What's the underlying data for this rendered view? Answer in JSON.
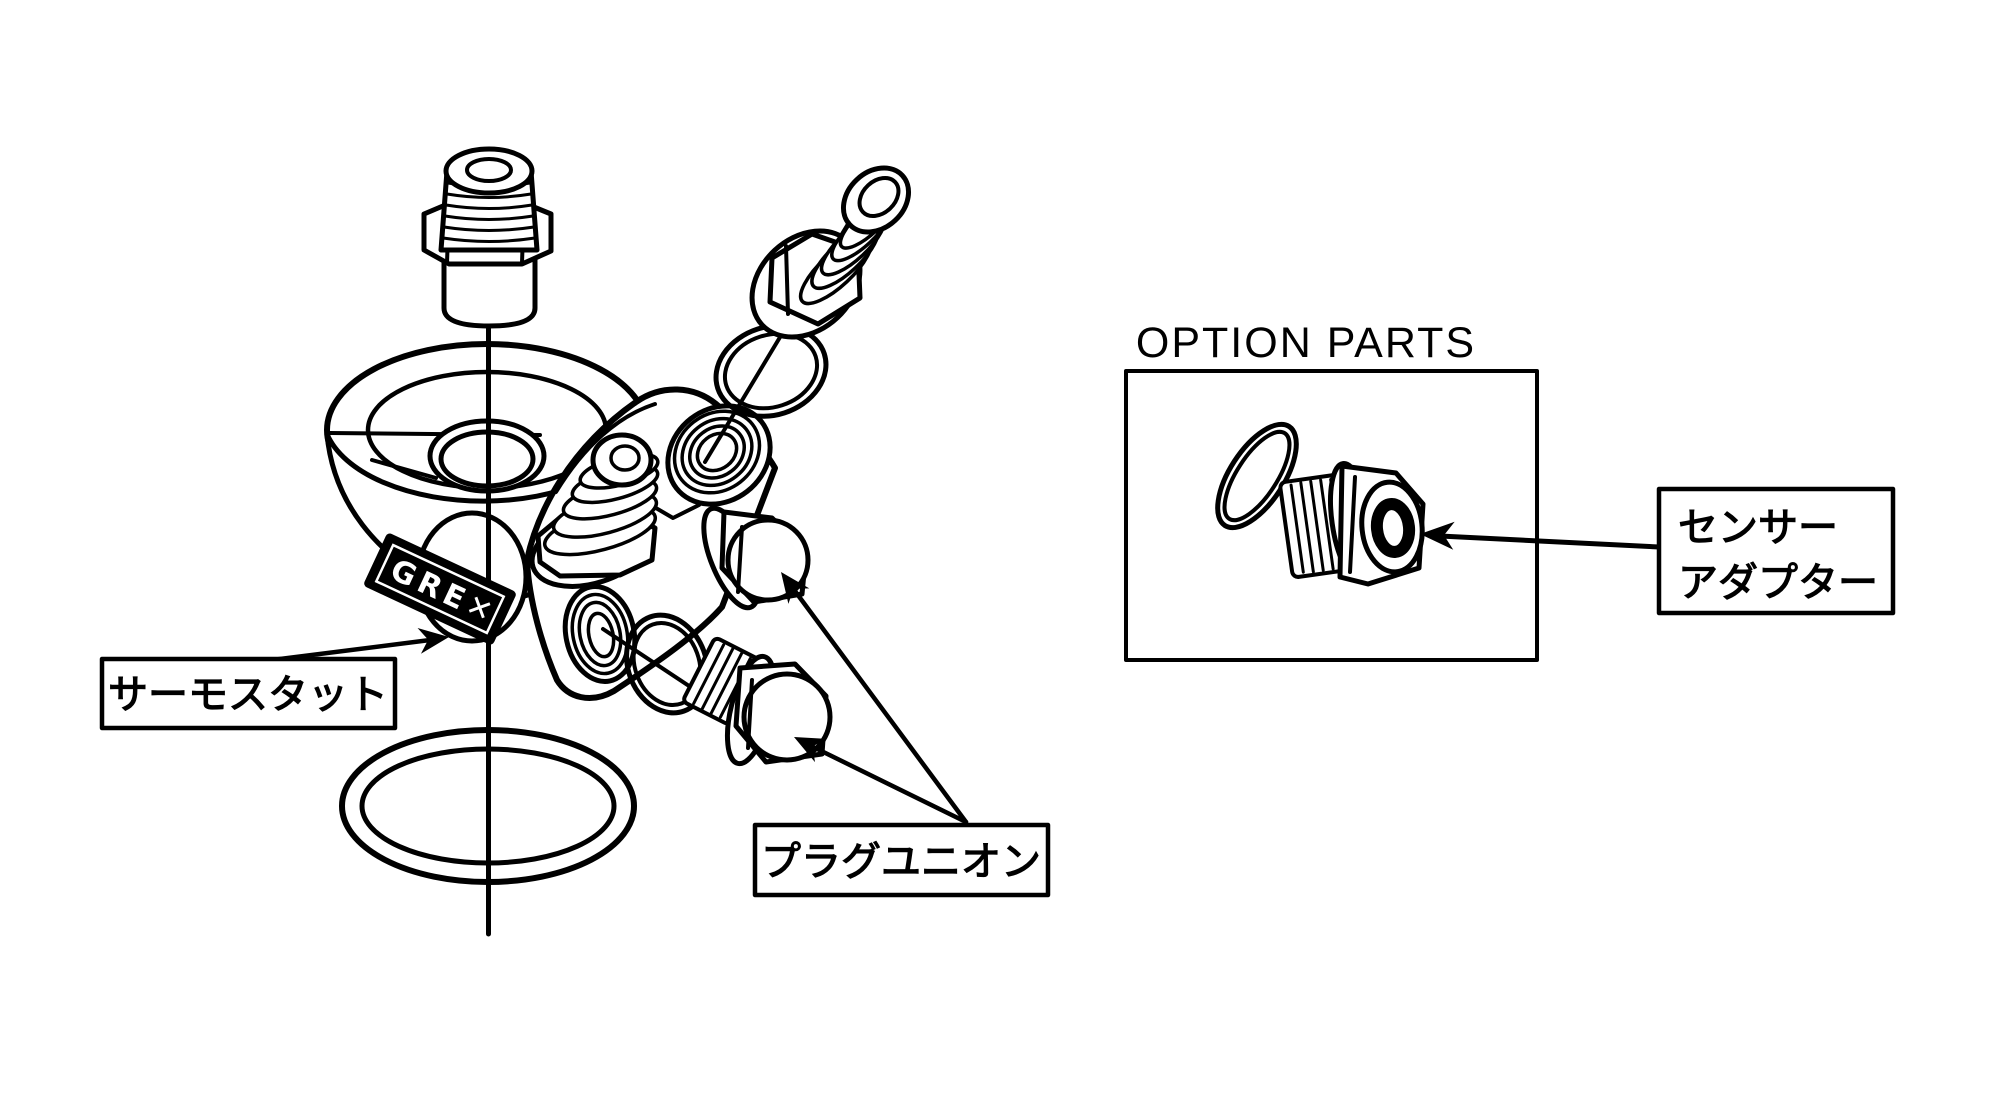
{
  "diagram": {
    "title": "OPTION PARTS",
    "background_color": "#ffffff",
    "line_color": "#000000",
    "labels": {
      "thermostat": "サーモスタット",
      "plug_union": "プラグユニオン",
      "sensor_adapter_line1": "センサー",
      "sensor_adapter_line2": "アダプター"
    },
    "logo_text": "GRE✕",
    "parts": {
      "main_assembly": "oil-block sandwich plate with thermostat, fittings and plug unions",
      "option_part": "sensor adapter with o-ring"
    }
  }
}
